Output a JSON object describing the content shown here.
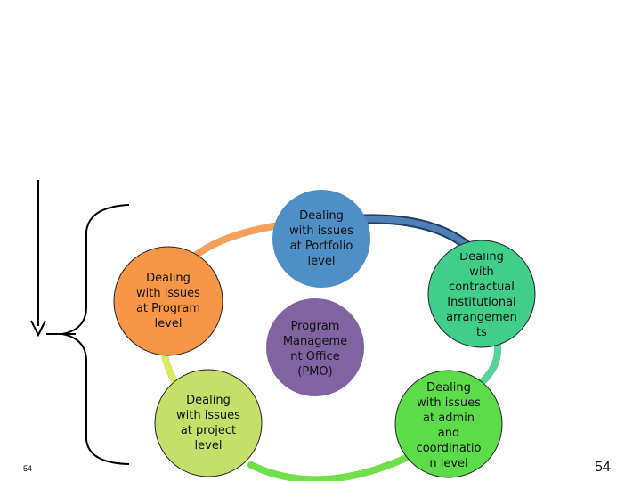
{
  "diagram": {
    "colors": {
      "ring_orange": "#F5A05A",
      "ring_yellow_green": "#D8E86A",
      "ring_green": "#6FE04A",
      "ring_teal": "#55D39A",
      "arrow_blue": "#4F7FB4",
      "pmo": "#8064A2",
      "portfolio": "#4E8FC6",
      "program": "#F79646",
      "project": "#C5E06A",
      "contractual": "#40CE8A",
      "admin": "#5DDC4A",
      "line_black": "#000000"
    },
    "nodes": {
      "pmo": "Program\nManageme\nnt Office\n(PMO)",
      "portfolio": "Dealing\nwith issues\nat Portfolio\nlevel",
      "program": "Dealing\nwith issues\nat Program\nlevel",
      "project": "Dealing\nwith issues\nat project\nlevel",
      "contractual": "Dealing\nwith\ncontractual\nInstitutional\narrangemen\nts",
      "admin": "Dealing\nwith issues\nat admin\nand\ncoordinatio\nn level"
    }
  },
  "footer": {
    "slide_number_small": "54",
    "slide_number_large": "54"
  }
}
